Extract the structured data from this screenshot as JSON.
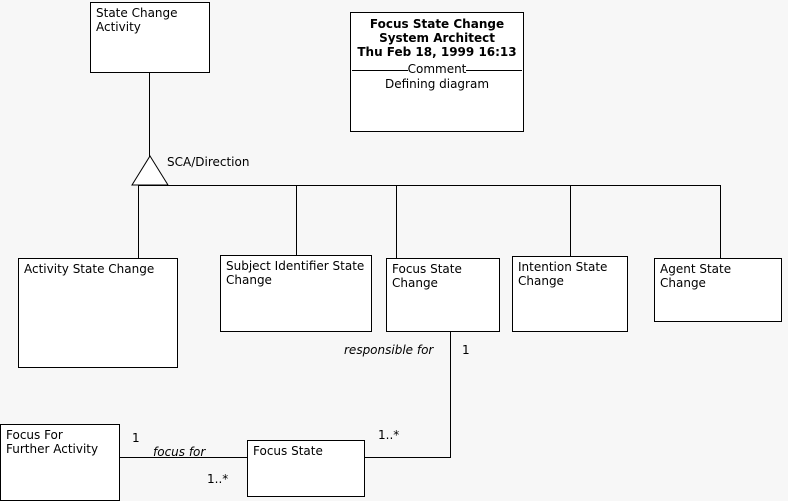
{
  "diagram": {
    "type": "uml-class-diagram",
    "background_color": "#f7f7f7",
    "line_color": "#000000",
    "box_fill": "#ffffff"
  },
  "title_block": {
    "name": "Focus State Change",
    "tool": "System Architect",
    "timestamp": "Thu Feb 18, 1999  16:13",
    "comment_header": "Comment",
    "comment_text": "Defining diagram"
  },
  "classes": [
    {
      "id": "state-change-activity",
      "label": "State Change\nActivity"
    },
    {
      "id": "activity-state-change",
      "label": "Activity State Change"
    },
    {
      "id": "subject-identifier-state-change",
      "label": "Subject Identifier State\nChange"
    },
    {
      "id": "focus-state-change",
      "label": "Focus State\nChange"
    },
    {
      "id": "intention-state-change",
      "label": "Intention State\nChange"
    },
    {
      "id": "agent-state-change",
      "label": "Agent State Change"
    },
    {
      "id": "focus-for-further-activity",
      "label": "Focus For\nFurther Activity"
    },
    {
      "id": "focus-state",
      "label": "Focus State"
    }
  ],
  "generalization": {
    "label": "SCA/Direction",
    "superclass": "State Change Activity",
    "subclasses": [
      "Activity State Change",
      "Subject Identifier State Change",
      "Focus State Change",
      "Intention State Change",
      "Agent State Change"
    ]
  },
  "associations": [
    {
      "id": "responsible-for",
      "label": "responsible for",
      "source": "Focus State Change",
      "source_multiplicity": "1",
      "target": "Focus State",
      "target_multiplicity": "1..*"
    },
    {
      "id": "focus-for",
      "label": "focus for",
      "source": "Focus For Further Activity",
      "source_multiplicity": "1",
      "target": "Focus State",
      "target_multiplicity": "1..*"
    }
  ]
}
